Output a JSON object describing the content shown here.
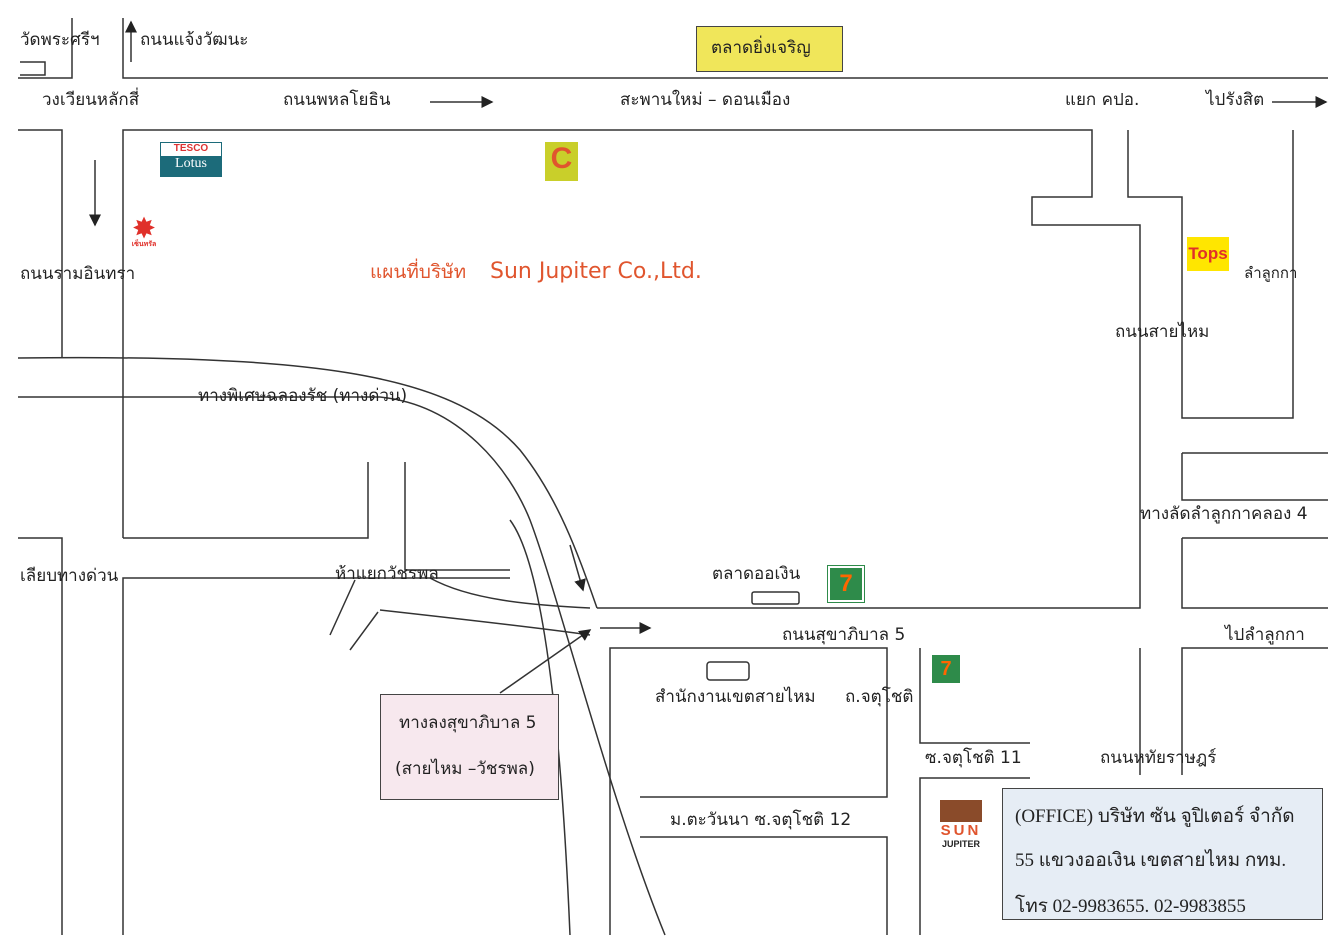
{
  "title": {
    "prefix": "แผนที่บริษัท",
    "company": "Sun Jupiter Co.,Ltd.",
    "color": "#e0552e"
  },
  "labels": {
    "wat": "วัดพระศรีฯ",
    "chaeng": "ถนนแจ้งวัฒนะ",
    "market_ying": "ตลาดยิ่งเจริญ",
    "circle": "วงเวียนหลักสี่",
    "phahon": "ถนนพหลโยธิน",
    "bridge": "สะพานใหม่ – ดอนเมือง",
    "kpo": "แยก คปอ.",
    "rangsit": "ไปรังสิต",
    "ramintra": "ถนนรามอินทรา",
    "lamlukka": "ลำลูกกา",
    "saimai": "ถนนสายไหม",
    "expressway": "ทางพิเศษฉลองรัช (ทางด่วน)",
    "shortcut": "ทางลัดลำลูกกาคลอง 4",
    "bypass": "เลียบทางด่วน",
    "watcharaphon": "ห้าแยกวัชรพล",
    "market_oen": "ตลาดออเงิน",
    "sukhaphiban": "ถนนสุขาภิบาล 5",
    "to_lamlukka": "ไปลำลูกกา",
    "district_office": "สำนักงานเขตสายไหม",
    "chatuchot": "ถ.จตุโชติ",
    "soi11": "ซ.จตุโชติ 11",
    "hathairat": "ถนนหทัยราษฎร์",
    "tawanna": "ม.ตะวันนา ซ.จตุโชติ 12"
  },
  "exit_box": {
    "line1": "ทางลงสุขาภิบาล 5",
    "line2": "(สายไหม –วัชรพล)",
    "bg": "#f7e8ee"
  },
  "office": {
    "line1": "(OFFICE) บริษัท ซัน จูปิเตอร์ จำกัด",
    "line2": "55 แขวงออเงิน เขตสายไหม กทม.",
    "line3": "โทร 02-9983655. 02-9983855",
    "bg": "#e6edf5"
  },
  "logos": {
    "tesco_top": "TESCO",
    "tesco_bottom": "Lotus",
    "bigc": "C",
    "tops": "Tops",
    "seven": "7",
    "sun_logo": "SUN",
    "jupiter": "JUPITER",
    "central": "เซ็นทรัล"
  },
  "colors": {
    "market_bg": "#f0e65a",
    "seven_green": "#2e8b4a",
    "tops_yellow": "#ffe600"
  }
}
